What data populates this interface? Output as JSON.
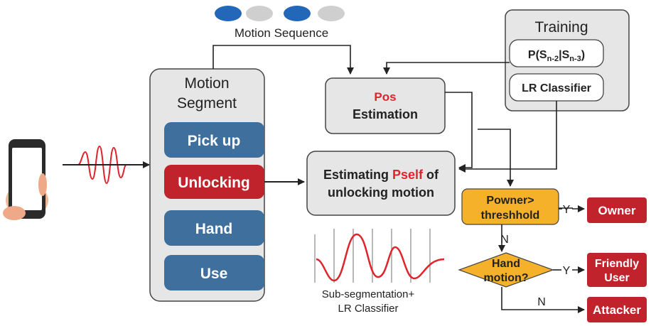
{
  "motion_sequence": {
    "label": "Motion Sequence"
  },
  "training": {
    "title": "Training",
    "prob_main": "P(S",
    "prob_sub1": "n-2",
    "prob_bar": "|S",
    "prob_sub2": "n-3",
    "prob_close": ")",
    "classifier": "LR Classifier"
  },
  "motion_segment": {
    "title_line1": "Motion",
    "title_line2": "Segment",
    "items": [
      "Pick up",
      "Unlocking",
      "Hand",
      "Use"
    ]
  },
  "pos_estimation": {
    "line1": "Pos",
    "line2": "Estimation"
  },
  "estimating": {
    "prefix": "Estimating ",
    "highlight": "Pself",
    "suffix": " of",
    "line2": "unlocking motion"
  },
  "threshold": {
    "line1": "Powner>",
    "line2": "threshhold"
  },
  "hand_motion": {
    "line1": "Hand",
    "line2": "motion?"
  },
  "outcomes": {
    "owner": "Owner",
    "friendly_line1": "Friendly",
    "friendly_line2": "User",
    "attacker": "Attacker"
  },
  "edge_labels": {
    "yes1": "Y",
    "no1": "N",
    "yes2": "Y",
    "no2": "N"
  },
  "subseg": {
    "line1": "Sub-segmentation+",
    "line2": "LR Classifier"
  },
  "colors": {
    "blue_item": "#3f6f9c",
    "red_item": "#c0232b",
    "gray_box": "#e6e6e6",
    "orange_box": "#f5b12a",
    "accent_red": "#e0242b",
    "dot_blue": "#2367b8",
    "dot_gray": "#cfcfcf"
  }
}
